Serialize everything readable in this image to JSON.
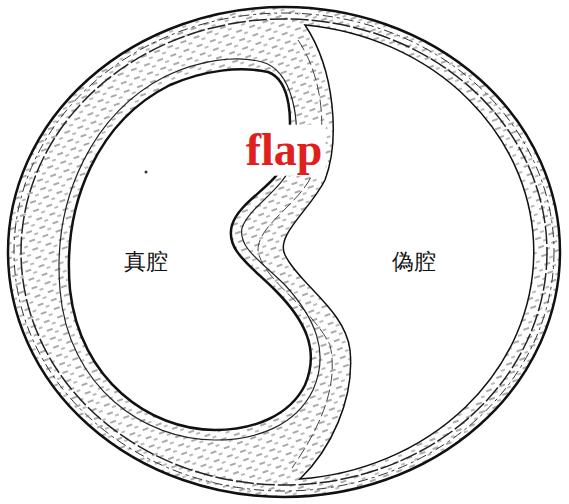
{
  "diagram": {
    "labels": [
      "flap",
      "真腔",
      "偽腔"
    ]
  }
}
